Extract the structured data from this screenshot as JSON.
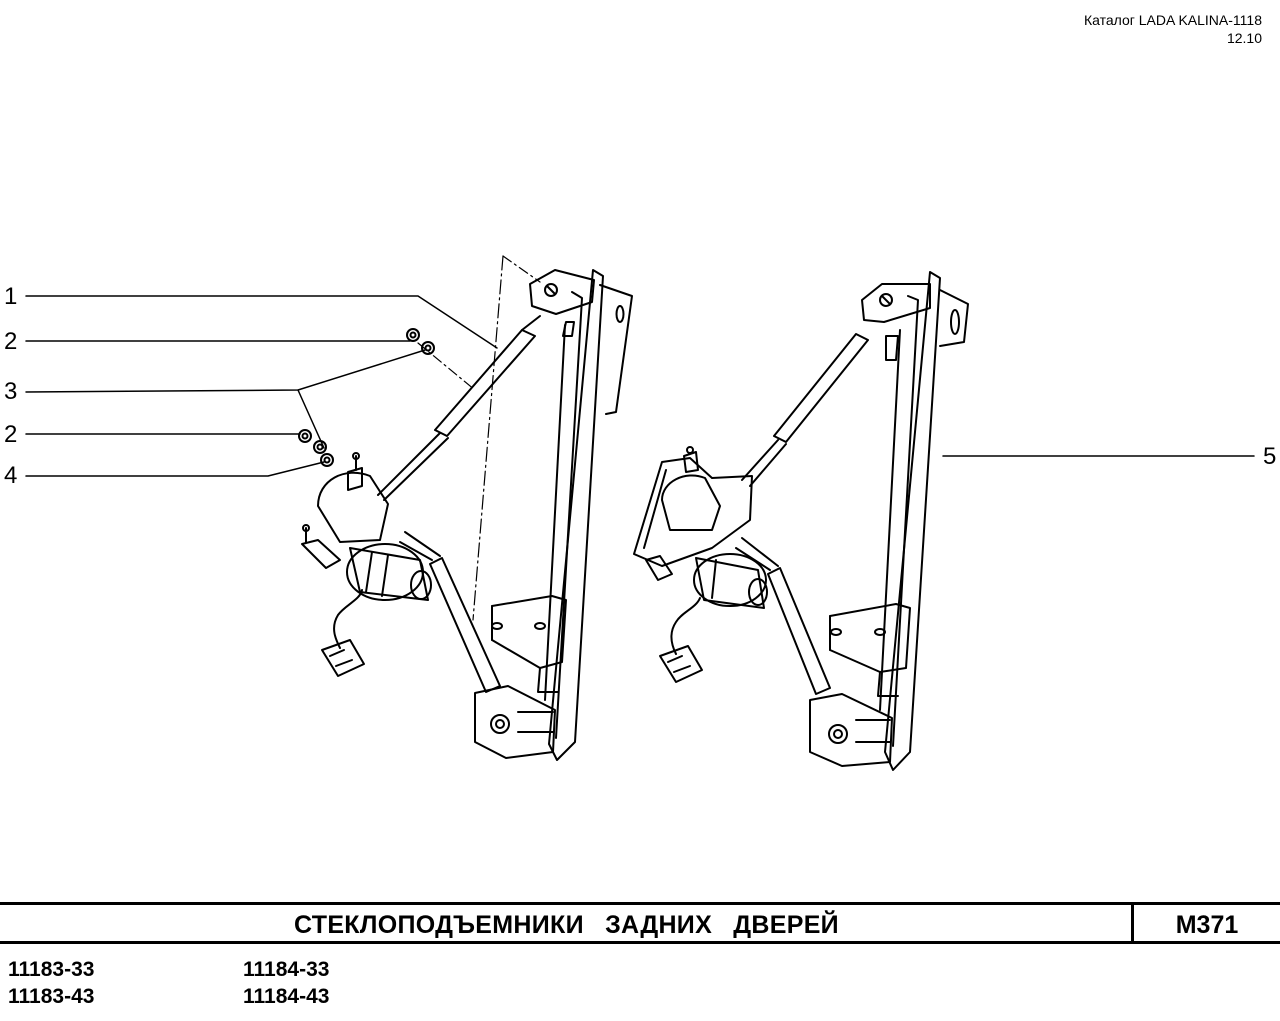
{
  "header": {
    "catalog": "Каталог LADA KALINA-1118",
    "date": "12.10"
  },
  "callouts": [
    "1",
    "2",
    "3",
    "2",
    "4",
    "5"
  ],
  "title": "СТЕКЛОПОДЪЕМНИКИ ЗАДНИХ ДВЕРЕЙ",
  "page_code": "M371",
  "models": {
    "col1": [
      "11183-33",
      "11183-43"
    ],
    "col2": [
      "11184-33",
      "11184-43"
    ]
  }
}
